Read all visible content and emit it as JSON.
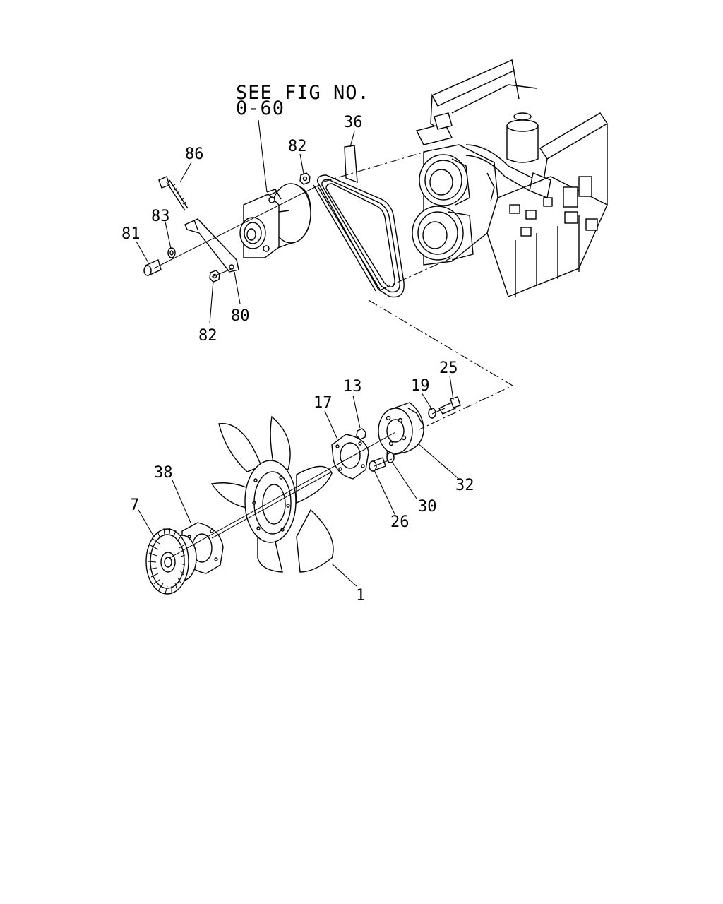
{
  "reference_note": {
    "line1": "SEE FIG NO.",
    "line2": "0-60"
  },
  "callouts": [
    {
      "id": "c86",
      "label": "86"
    },
    {
      "id": "c83",
      "label": "83"
    },
    {
      "id": "c81",
      "label": "81"
    },
    {
      "id": "c82a",
      "label": "82"
    },
    {
      "id": "c82b",
      "label": "82"
    },
    {
      "id": "c80",
      "label": "80"
    },
    {
      "id": "c36",
      "label": "36"
    },
    {
      "id": "c25",
      "label": "25"
    },
    {
      "id": "c19",
      "label": "19"
    },
    {
      "id": "c13",
      "label": "13"
    },
    {
      "id": "c17",
      "label": "17"
    },
    {
      "id": "c32",
      "label": "32"
    },
    {
      "id": "c30",
      "label": "30"
    },
    {
      "id": "c26",
      "label": "26"
    },
    {
      "id": "c38",
      "label": "38"
    },
    {
      "id": "c7",
      "label": "7"
    },
    {
      "id": "c1",
      "label": "1"
    }
  ]
}
